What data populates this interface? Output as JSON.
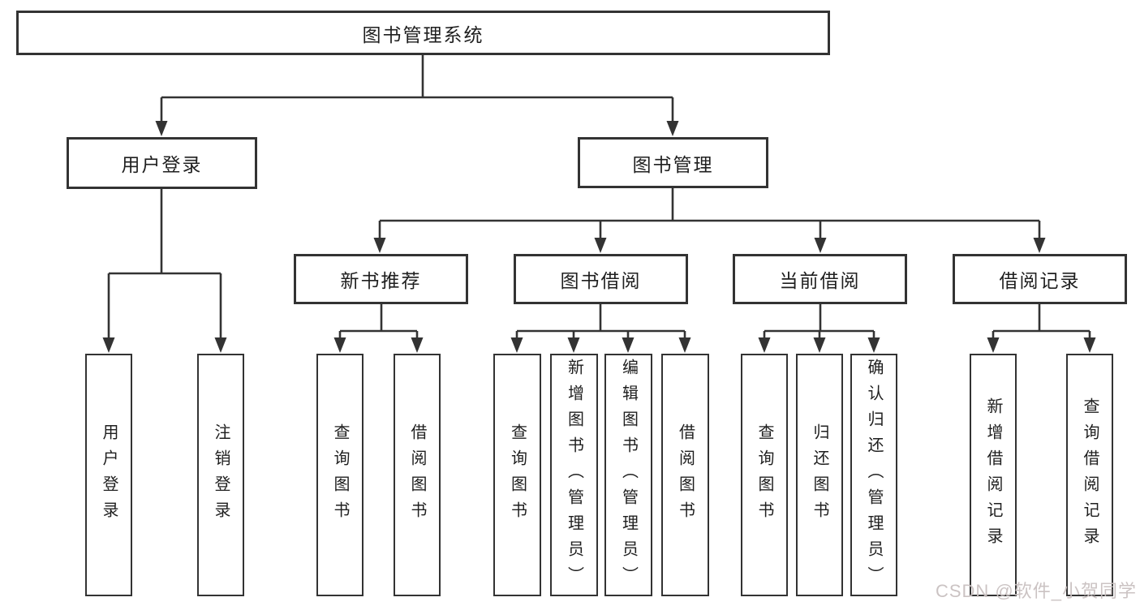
{
  "tree": {
    "root": {
      "label": "图书管理系统",
      "children": [
        {
          "label": "用户登录",
          "children": [
            {
              "label": "用户登录"
            },
            {
              "label": "注销登录"
            }
          ]
        },
        {
          "label": "图书管理",
          "children": [
            {
              "label": "新书推荐",
              "children": [
                {
                  "label": "查询图书"
                },
                {
                  "label": "借阅图书"
                }
              ]
            },
            {
              "label": "图书借阅",
              "children": [
                {
                  "label": "查询图书"
                },
                {
                  "label": "新增图书（管理员）"
                },
                {
                  "label": "编辑图书（管理员）"
                },
                {
                  "label": "借阅图书"
                }
              ]
            },
            {
              "label": "当前借阅",
              "children": [
                {
                  "label": "查询图书"
                },
                {
                  "label": "归还图书"
                },
                {
                  "label": "确认归还（管理员）"
                }
              ]
            },
            {
              "label": "借阅记录",
              "children": [
                {
                  "label": "新增借阅记录"
                },
                {
                  "label": "查询借阅记录"
                }
              ]
            }
          ]
        }
      ]
    }
  },
  "watermark": {
    "text": "CSDN @软件_小贺同学",
    "color": "#c9c0c0"
  },
  "colors": {
    "line": "#333333",
    "box_border": "#333333",
    "text": "#1f1f1f",
    "background": "#ffffff"
  }
}
